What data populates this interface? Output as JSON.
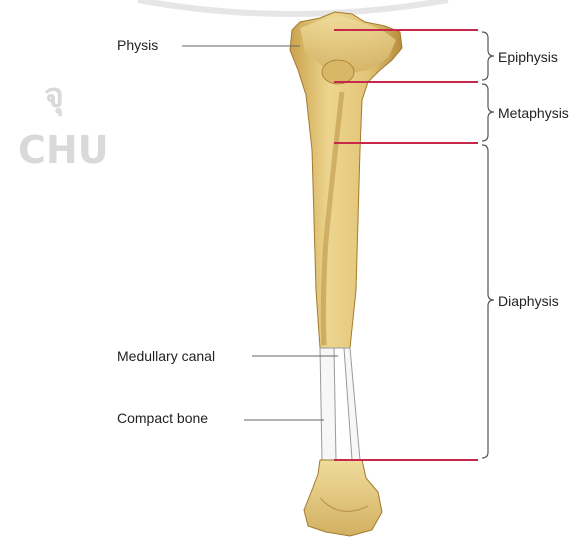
{
  "labels": {
    "physis": "Physis",
    "medullary_canal": "Medullary canal",
    "compact_bone": "Compact bone",
    "epiphysis": "Epiphysis",
    "metaphysis": "Metaphysis",
    "diaphysis": "Diaphysis"
  },
  "watermark": {
    "line1": "จุ",
    "line2": "CHU"
  },
  "colors": {
    "bone": "#e8cf85",
    "bone_shadow": "#b88f3a",
    "boundary_line": "#c8284a",
    "leader_line": "#666666"
  }
}
